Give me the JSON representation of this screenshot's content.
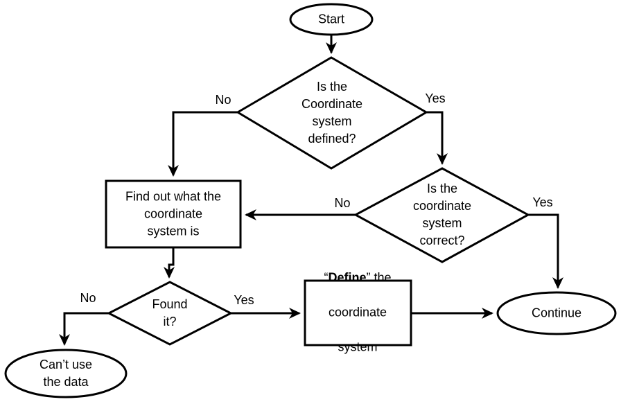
{
  "diagram": {
    "type": "flowchart",
    "colors": {
      "stroke": "#000000",
      "fill": "#ffffff",
      "text": "#000000"
    }
  },
  "nodes": {
    "start": {
      "label": "Start"
    },
    "defined_decision": {
      "label": "Is the\nCoordinate\nsystem\ndefined?"
    },
    "find_out": {
      "label": "Find out what the\ncoordinate\nsystem is"
    },
    "correct_decision": {
      "label": "Is the\ncoordinate\nsystem\ncorrect?"
    },
    "found_decision": {
      "label": "Found\nit?"
    },
    "cant_use": {
      "label": "Can’t use\nthe data"
    },
    "define": {
      "line1_prefix": "“",
      "line1_bold": "Define",
      "line1_suffix": "” the",
      "line2": "coordinate",
      "line3": "system"
    },
    "continue": {
      "label": "Continue"
    }
  },
  "edge_labels": {
    "defined_no": "No",
    "defined_yes": "Yes",
    "correct_no": "No",
    "correct_yes": "Yes",
    "found_no": "No",
    "found_yes": "Yes"
  }
}
